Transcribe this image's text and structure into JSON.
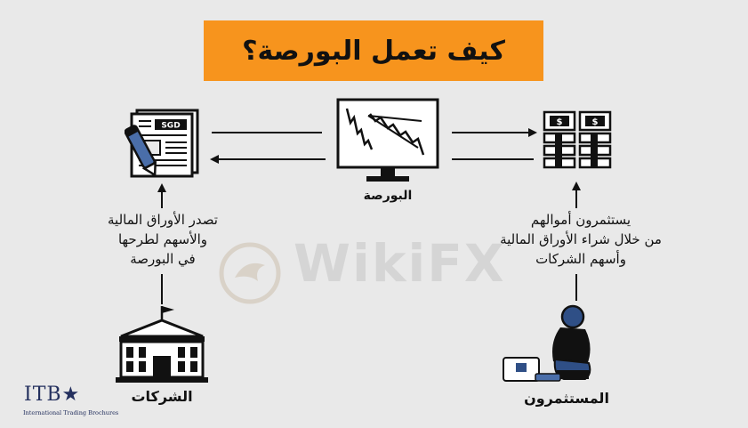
{
  "title": "كيف تعمل البورصة؟",
  "center_node": {
    "label": "البورصة"
  },
  "left_node": {
    "badge": "SGD",
    "description_lines": [
      "تصدر الأوراق المالية",
      "والأسهم لطرحها",
      "في البورصة"
    ],
    "bottom_label": "الشركات"
  },
  "right_node": {
    "description_lines": [
      "يستثمرون أموالهم",
      "من خلال شراء الأوراق المالية",
      "وأسهم الشركات"
    ],
    "bottom_label": "المستثمرون"
  },
  "watermark": "WikiFX",
  "logo": {
    "name": "ITB",
    "tagline": "International Trading Brochures"
  },
  "colors": {
    "accent": "#f7941d",
    "background": "#e9e9e9",
    "ink": "#111111",
    "logo": "#24305e"
  }
}
